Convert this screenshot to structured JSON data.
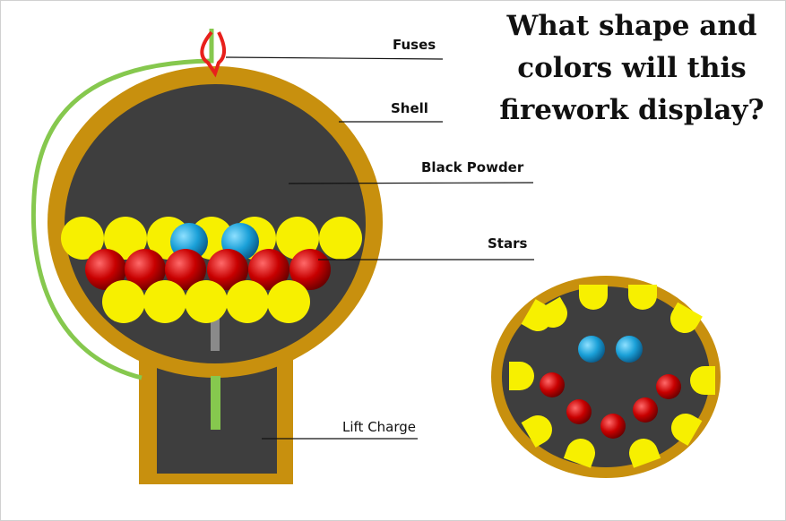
{
  "title": "What shape and colors will this firework display?",
  "labels": {
    "fuses": "Fuses",
    "shell": "Shell",
    "black_powder": "Black Powder",
    "stars": "Stars",
    "lift_charge": "Lift Charge"
  },
  "colors": {
    "shell": "#c8900e",
    "powder": "#3e3e3e",
    "fuse_green": "#86c84e",
    "fuse_red": "#e8201c",
    "star_yellow": "#f7f000",
    "star_red": "#c80000",
    "star_blue": "#1aa0d8",
    "leader_line": "#111111"
  }
}
